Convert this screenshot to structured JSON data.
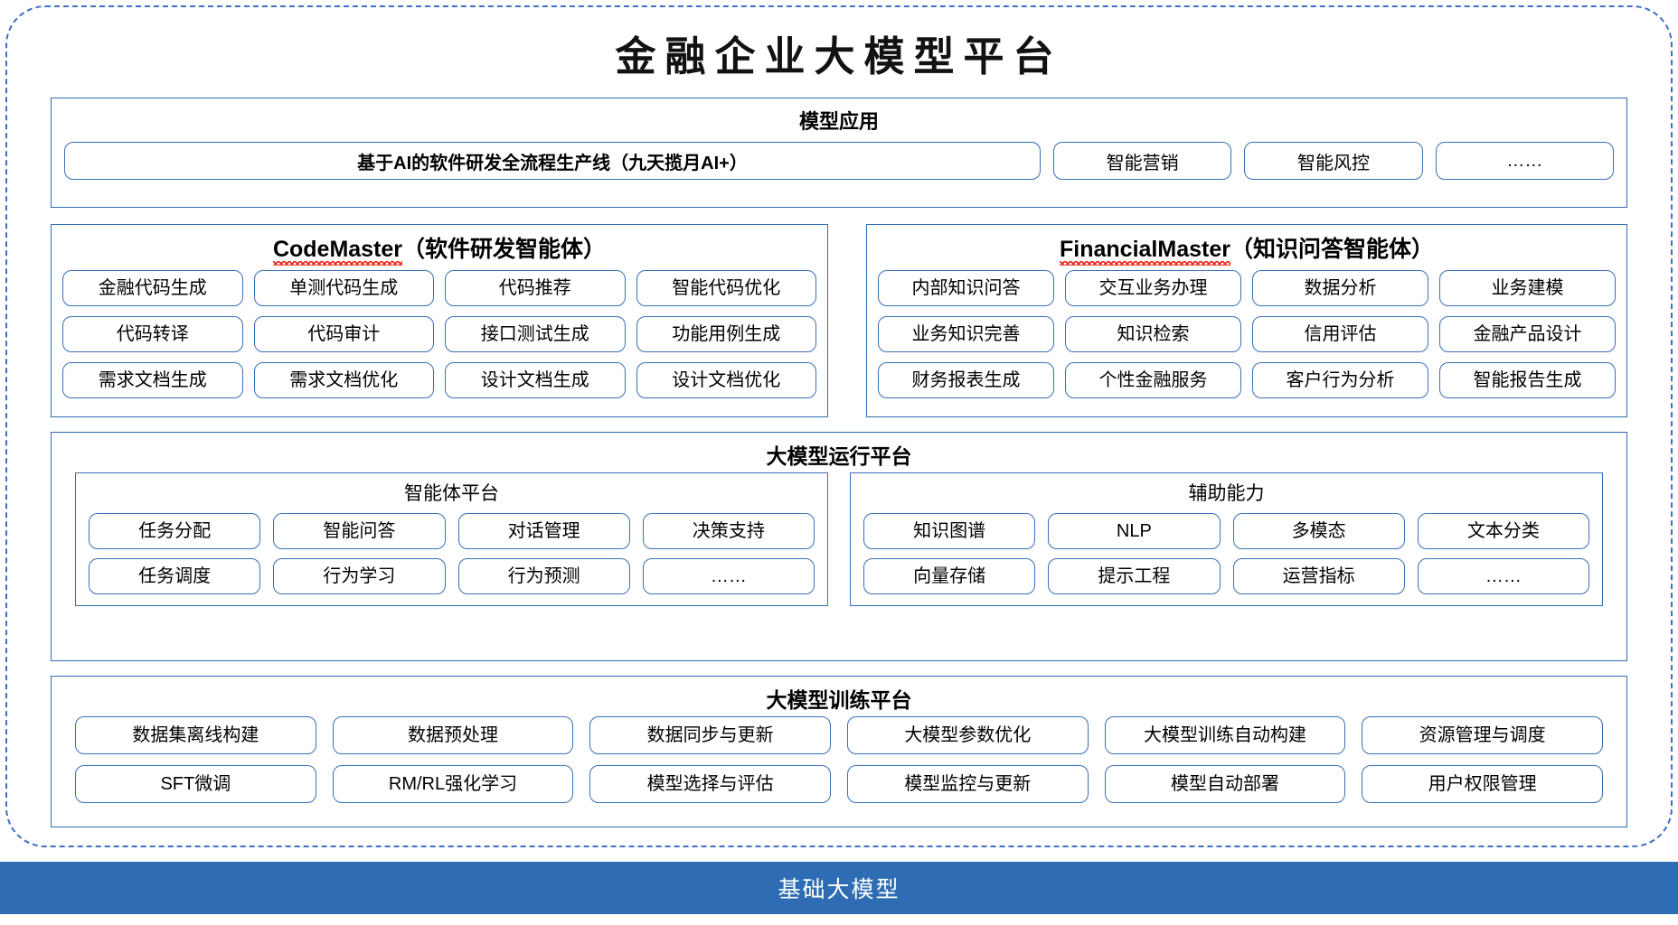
{
  "diagram": {
    "title": "金融企业大模型平台",
    "outer_border_color": "#3d6fc4",
    "panel_border_color": "#2f6cb3",
    "pill_border_color": "#3a6fb5",
    "footer_color": "#2e6db4",
    "spellcheck_underline_color": "#ef2b1f"
  },
  "application_layer": {
    "title": "模型应用",
    "banner": "基于AI的软件研发全流程生产线（九天揽月AI+）",
    "pills": [
      "智能营销",
      "智能风控",
      "……"
    ]
  },
  "agents": [
    {
      "name": "CodeMaster",
      "suffix": "（软件研发智能体）",
      "items": [
        "金融代码生成",
        "单测代码生成",
        "代码推荐",
        "智能代码优化",
        "代码转译",
        "代码审计",
        "接口测试生成",
        "功能用例生成",
        "需求文档生成",
        "需求文档优化",
        "设计文档生成",
        "设计文档优化"
      ]
    },
    {
      "name": "FinancialMaster",
      "suffix": "（知识问答智能体）",
      "items": [
        "内部知识问答",
        "交互业务办理",
        "数据分析",
        "业务建模",
        "业务知识完善",
        "知识检索",
        "信用评估",
        "金融产品设计",
        "财务报表生成",
        "个性金融服务",
        "客户行为分析",
        "智能报告生成"
      ]
    }
  ],
  "runtime_platform": {
    "title": "大模型运行平台",
    "sub_panels": [
      {
        "title": "智能体平台",
        "items": [
          "任务分配",
          "智能问答",
          "对话管理",
          "决策支持",
          "任务调度",
          "行为学习",
          "行为预测",
          "……"
        ]
      },
      {
        "title": "辅助能力",
        "items": [
          "知识图谱",
          "NLP",
          "多模态",
          "文本分类",
          "向量存储",
          "提示工程",
          "运营指标",
          "……"
        ]
      }
    ]
  },
  "training_platform": {
    "title": "大模型训练平台",
    "items": [
      "数据集离线构建",
      "数据预处理",
      "数据同步与更新",
      "大模型参数优化",
      "大模型训练自动构建",
      "资源管理与调度",
      "SFT微调",
      "RM/RL强化学习",
      "模型选择与评估",
      "模型监控与更新",
      "模型自动部署",
      "用户权限管理"
    ]
  },
  "footer": {
    "label": "基础大模型"
  }
}
